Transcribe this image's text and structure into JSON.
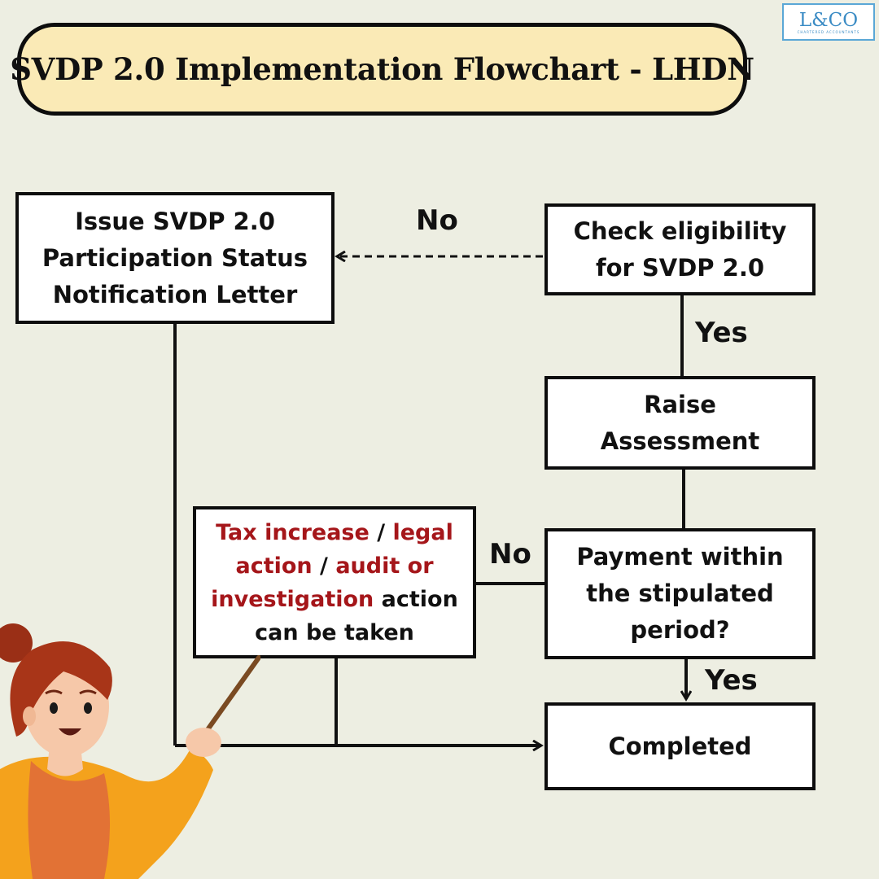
{
  "title": "SVDP 2.0 Implementation Flowchart - LHDN",
  "logo": {
    "text": "L&CO",
    "subtext": "CHARTERED ACCOUNTANTS"
  },
  "nodes": {
    "issue_letter": {
      "lines": [
        "Issue SVDP 2.0",
        "Participation Status",
        "Notification Letter"
      ]
    },
    "check_eligibility": {
      "lines": [
        "Check eligibility",
        "for SVDP 2.0"
      ]
    },
    "raise_assessment": {
      "lines": [
        "Raise",
        "Assessment"
      ]
    },
    "payment_check": {
      "lines": [
        "Payment within",
        "the stipulated",
        "period?"
      ]
    },
    "completed": {
      "label": "Completed"
    },
    "consequences": {
      "part1": "Tax increase",
      "sep1": " / ",
      "part2": "legal",
      "part3": "action",
      "sep2": " / ",
      "part4": "audit or",
      "part5": "investigation",
      "part6": " action",
      "line4": "can be taken"
    }
  },
  "edge_labels": {
    "eligibility_no": "No",
    "eligibility_yes": "Yes",
    "payment_no": "No",
    "payment_yes": "Yes"
  },
  "colors": {
    "background": "#edeee2",
    "title_fill": "#faeab6",
    "highlight_red": "#a5161a",
    "logo_blue": "#3a8bc4"
  }
}
